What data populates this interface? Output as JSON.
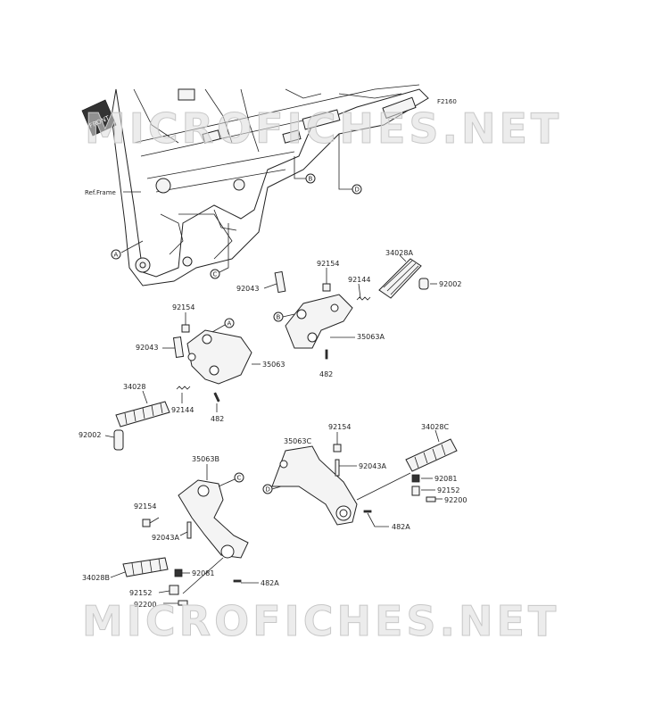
{
  "diagram_code": "F2160",
  "front_badge": "FRONT",
  "ref_frame_label": "Ref.Frame",
  "watermark": "MICROFICHES.NET",
  "callouts": [
    "A",
    "B",
    "C",
    "D"
  ],
  "parts": {
    "p_92154_top": "92154",
    "p_34028A": "34028A",
    "p_92043_top": "92043",
    "p_92144_top": "92144",
    "p_92002_top": "92002",
    "p_35063A": "35063A",
    "p_482_top": "482",
    "p_92154_left": "92154",
    "p_92043_left": "92043",
    "p_35063": "35063",
    "p_34028": "34028",
    "p_92144_left": "92144",
    "p_482_left": "482",
    "p_92002_left": "92002",
    "p_92154_right": "92154",
    "p_35063C": "35063C",
    "p_34028C": "34028C",
    "p_92043A_right": "92043A",
    "p_92081_right": "92081",
    "p_92152_right": "92152",
    "p_92200_right": "92200",
    "p_482A_right": "482A",
    "p_35063B": "35063B",
    "p_92154_low": "92154",
    "p_92043A_low": "92043A",
    "p_34028B": "34028B",
    "p_92081_low": "92081",
    "p_482A_low": "482A",
    "p_92152_low": "92152",
    "p_92200_low": "92200"
  }
}
